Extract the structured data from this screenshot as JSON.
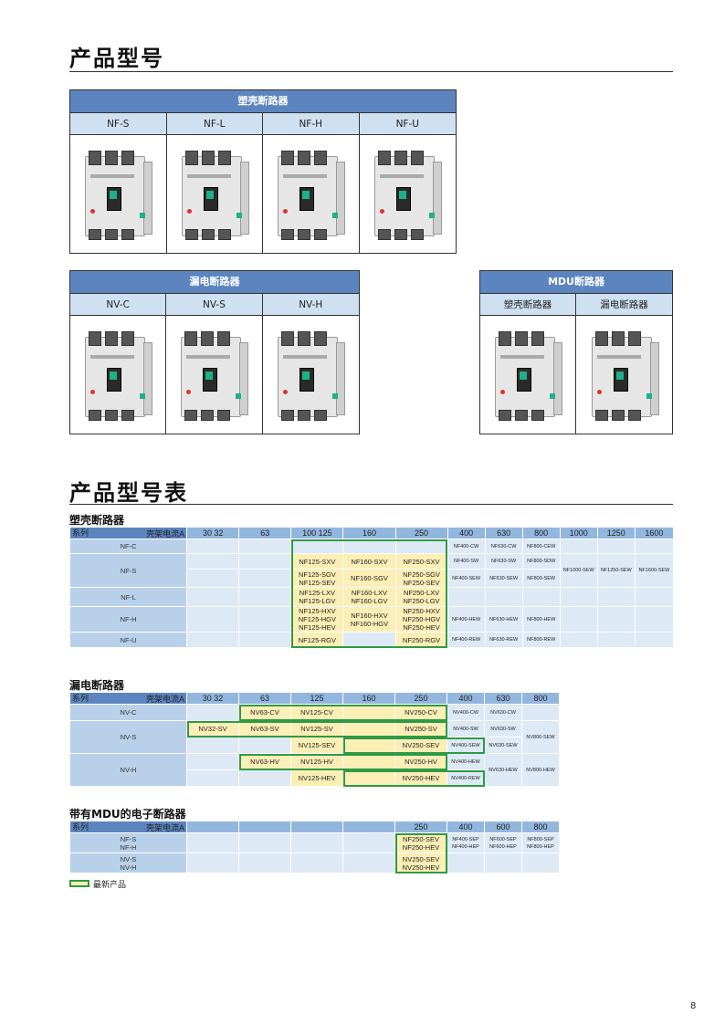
{
  "title1": "产品型号",
  "title2": "产品型号表",
  "mccb_box": {
    "header": "塑壳断路器",
    "labels": [
      "NF-S",
      "NF-L",
      "NF-H",
      "NF-U"
    ]
  },
  "elcb_box": {
    "header": "漏电断路器",
    "labels": [
      "NV-C",
      "NV-S",
      "NV-H"
    ]
  },
  "mdu_box": {
    "header": "MDU断路器",
    "labels": [
      "塑壳断路器",
      "漏电断路器"
    ]
  },
  "corner": {
    "current": "壳架电流A",
    "series": "系列"
  },
  "t1": {
    "title": "塑壳断路器",
    "cols": [
      "30  32",
      "63",
      "100 125",
      "160",
      "250",
      "400",
      "630",
      "800",
      "1000",
      "1250",
      "1600"
    ],
    "rows": [
      {
        "series": "NF-C",
        "c": [
          "",
          "",
          "",
          "",
          "",
          "NF400-CW",
          "NF630-CW",
          "NF800-CEW",
          "",
          "",
          ""
        ]
      },
      {
        "series": "NF-S",
        "c": [
          "",
          "",
          "NF125-SXV",
          "NF160-SXV",
          "NF250-SXV",
          "NF400-SW",
          "NF630-SW",
          "NF800-SDW",
          "NF1000-SEW",
          "NF1250-SEW",
          "NF1600-SEW"
        ]
      },
      {
        "series": "",
        "c": [
          "",
          "",
          "NF125-SGV\nNF125-SEV",
          "NF160-SGV",
          "NF250-SGV\nNF250-SEV",
          "NF400-SEW",
          "NF630-SEW",
          "NF800-SEW"
        ]
      },
      {
        "series": "NF-L",
        "c": [
          "",
          "",
          "NF125-LXV\nNF125-LGV",
          "NF160-LXV\nNF160-LGV",
          "NF250-LXV\nNF250-LGV",
          "",
          "",
          "",
          "",
          "",
          ""
        ]
      },
      {
        "series": "NF-H",
        "c": [
          "",
          "",
          "NF125-HXV\nNF125-HGV\nNF125-HEV",
          "NF160-HXV\nNF160-HGV",
          "NF250-HXV\nNF250-HGV\nNF250-HEV",
          "NF400-HEW",
          "NF630-HEW",
          "NF800-HEW",
          "",
          "",
          ""
        ]
      },
      {
        "series": "NF-U",
        "c": [
          "",
          "",
          "NF125-RGV",
          "",
          "NF250-RGV",
          "NF400-REW",
          "NF630-REW",
          "NF800-REW",
          "",
          "",
          ""
        ]
      }
    ]
  },
  "t2": {
    "title": "漏电断路器",
    "cols": [
      "30  32",
      "63",
      "125",
      "160",
      "250",
      "400",
      "630",
      "800"
    ],
    "rows": [
      [
        "NV-C",
        "",
        "NV63-CV",
        "NV125-CV",
        "",
        "NV250-CV",
        "NV400-CW",
        "NV630-CW",
        ""
      ],
      [
        "NV-S",
        "NV32-SV",
        "NV63-SV",
        "NV125-SV",
        "",
        "NV250-SV",
        "NV400-SW",
        "NV630-SW",
        "NV800-SEW"
      ],
      [
        "",
        "",
        "",
        "NV125-SEV",
        "",
        "NV250-SEV",
        "NV400-SEW",
        "NV630-SEW"
      ],
      [
        "NV-H",
        "",
        "NV63-HV",
        "NV125-HV",
        "",
        "NV250-HV",
        "NV400-HEW",
        "NV630-HEW",
        "NV800-HEW"
      ],
      [
        "",
        "",
        "",
        "NV125-HEV",
        "",
        "NV250-HEV",
        "NV400-REW"
      ]
    ]
  },
  "t3": {
    "title": "带有MDU的电子断路器",
    "cols": [
      "",
      "",
      "",
      "",
      "250",
      "400",
      "600",
      "800"
    ],
    "rows": [
      [
        "NF-S\nNF-H",
        "",
        "",
        "",
        "",
        "NF250-SEV\nNF250-HEV",
        "NF400-SEP\nNF400-HEP",
        "NF600-SEP\nNF600-HEP",
        "NF800-SEP\nNF800-HEP"
      ],
      [
        "NV-S\nNV-H",
        "",
        "",
        "",
        "",
        "NV250-SEV\nNV250-HEV",
        "",
        "",
        ""
      ]
    ]
  },
  "legend": "最新产品",
  "page_number": "8",
  "colors": {
    "header_blue": "#5c85c0",
    "light_blue": "#cfe0f1",
    "highlight_yellow": "#fcefb6",
    "highlight_green": "#2e9a45"
  }
}
